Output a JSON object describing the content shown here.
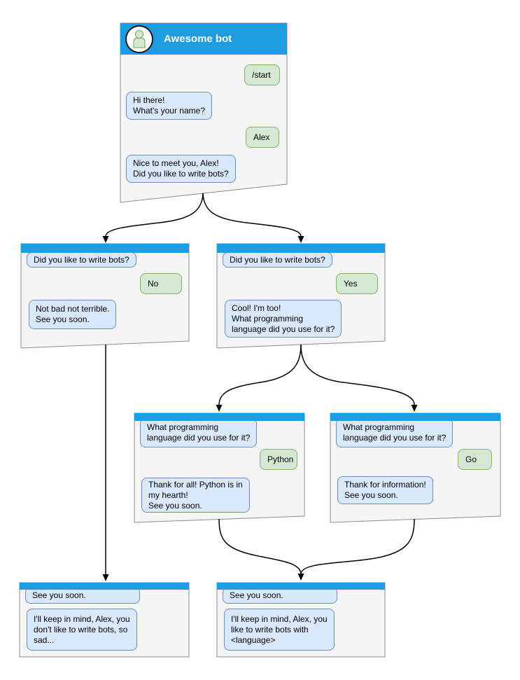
{
  "diagram_title": "Awesome bot",
  "colors": {
    "titlebar_blue": "#1E9CE0",
    "window_fill": "#F5F5F5",
    "window_border": "#8C8C8C",
    "bot_bubble_fill": "#DAE8FC",
    "bot_bubble_border": "#6C8EBF",
    "user_bubble_fill": "#D5E8D4",
    "user_bubble_border": "#82B366",
    "connector": "#000000"
  },
  "nodes": {
    "main": {
      "title": "Awesome bot",
      "bubbles": [
        {
          "side": "user",
          "text": "/start"
        },
        {
          "side": "bot",
          "text": "Hi there!\nWhat's your name?"
        },
        {
          "side": "user",
          "text": "Alex"
        },
        {
          "side": "bot",
          "text": "Nice to meet you, Alex!\nDid you like to write bots?"
        }
      ]
    },
    "no_branch": {
      "bubbles": [
        {
          "side": "bot",
          "text": "Did you like to write bots?"
        },
        {
          "side": "user",
          "text": "No"
        },
        {
          "side": "bot",
          "text": "Not bad not terrible.\nSee you soon."
        }
      ]
    },
    "yes_branch": {
      "bubbles": [
        {
          "side": "bot",
          "text": "Did you like to write bots?"
        },
        {
          "side": "user",
          "text": "Yes"
        },
        {
          "side": "bot",
          "text": "Cool! I'm too!\nWhat programming\nlanguage did you use for it?"
        }
      ]
    },
    "python_branch": {
      "bubbles": [
        {
          "side": "bot",
          "text": "What programming\nlanguage did you use for it?"
        },
        {
          "side": "user",
          "text": "Python"
        },
        {
          "side": "bot",
          "text": "Thank for all! Python is in\nmy hearth!\nSee you soon."
        }
      ]
    },
    "go_branch": {
      "bubbles": [
        {
          "side": "bot",
          "text": "What programming\nlanguage did you use for it?"
        },
        {
          "side": "user",
          "text": "Go"
        },
        {
          "side": "bot",
          "text": "Thank for information!\nSee you soon."
        }
      ]
    },
    "end_no": {
      "bubbles": [
        {
          "side": "bot",
          "text": "See you soon."
        },
        {
          "side": "bot",
          "text": "I'll keep in mind, Alex, you\ndon't like to write bots, so\nsad..."
        }
      ]
    },
    "end_yes": {
      "bubbles": [
        {
          "side": "bot",
          "text": "See you soon."
        },
        {
          "side": "bot",
          "text": "I'll keep in mind, Alex, you\nlike to write bots with\n<language>"
        }
      ]
    }
  },
  "edges": [
    {
      "from": "main",
      "to": "no_branch"
    },
    {
      "from": "main",
      "to": "yes_branch"
    },
    {
      "from": "yes_branch",
      "to": "python_branch"
    },
    {
      "from": "yes_branch",
      "to": "go_branch"
    },
    {
      "from": "no_branch",
      "to": "end_no"
    },
    {
      "from": "python_branch",
      "to": "end_yes"
    },
    {
      "from": "go_branch",
      "to": "end_yes"
    }
  ]
}
